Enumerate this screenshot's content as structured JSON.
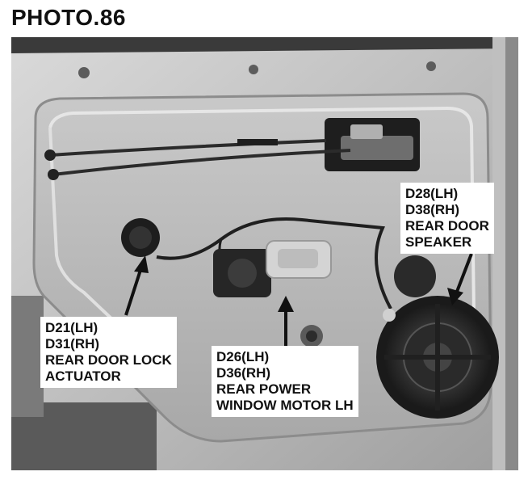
{
  "title": "PHOTO.86",
  "callouts": {
    "speaker": {
      "lines": [
        "D28(LH)",
        "D38(RH)",
        "REAR DOOR",
        "SPEAKER"
      ]
    },
    "lock_actuator": {
      "lines": [
        "D21(LH)",
        "D31(RH)",
        "REAR DOOR LOCK",
        "ACTUATOR"
      ]
    },
    "window_motor": {
      "lines": [
        "D26(LH)",
        "D36(RH)",
        "REAR POWER",
        "WINDOW MOTOR LH"
      ]
    }
  },
  "icons": [
    "door-panel-photo",
    "arrow-icon"
  ]
}
